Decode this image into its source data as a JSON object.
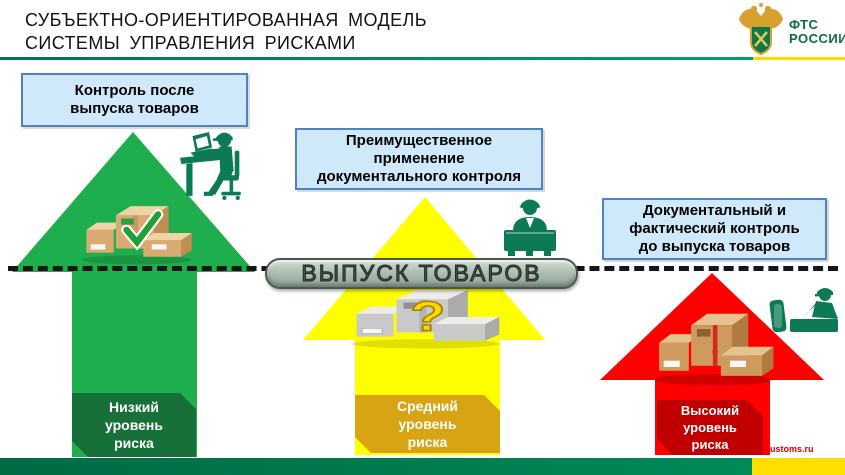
{
  "slide": {
    "title": {
      "line1": "СУБЪЕКТНО-ОРИЕНТИРОВАННАЯ МОДЕЛЬ",
      "line2": "СИСТЕМЫ УПРАВЛЕНИЯ РИСКАМИ"
    },
    "logo": {
      "org_line1": "ФТС",
      "org_line2": "РОССИИ",
      "emblem_icon": "fts-eagle-shield-icon"
    },
    "watermark": "customs.ru"
  },
  "diagram": {
    "timeline_divider": {
      "style": "dashed-black-line",
      "banner_label": "ВЫПУСК ТОВАРОВ"
    },
    "stages": [
      {
        "name": "post-release-control",
        "callout": "Контроль после\nвыпуска товаров",
        "risk_label": "Низкий\nуровень\nриска",
        "arrow_color": "#1fae4d",
        "label_color": "#17703a",
        "person_icon": "officer-at-computer-icon",
        "cargo_icon": "boxes-approved-icon"
      },
      {
        "name": "documentary-control",
        "callout": "Преимущественное\nприменение\nдокументального контроля",
        "risk_label": "Средний\nуровень\nриска",
        "arrow_color": "#ffff00",
        "label_color": "#d8a414",
        "person_icon": "officer-at-counter-icon",
        "cargo_icon": "boxes-unknown-icon",
        "cargo_mark": "?"
      },
      {
        "name": "pre-release-control",
        "callout": "Документальный и\nфактический контроль\nдо выпуска товаров",
        "risk_label": "Высокий\nуровень\nриска",
        "arrow_color": "#fe0000",
        "label_color": "#c00000",
        "person_icon": "customs-inspection-icon",
        "cargo_icon": "boxes-flagged-icon"
      }
    ]
  },
  "colors": {
    "header_rule_green": "#008a56",
    "header_rule_yellow": "#ffd800",
    "callout_bg": "#cfe9fa",
    "callout_border": "#4d83c0",
    "banner_bg": "#a9bcb0",
    "divider": "#161616",
    "officer_icon": "#0b7a55",
    "footer_green": "#00794e",
    "footer_yellow": "#ffdf00",
    "logo_text": "#0c6b40",
    "emblem_gold": "#d8a02c"
  }
}
